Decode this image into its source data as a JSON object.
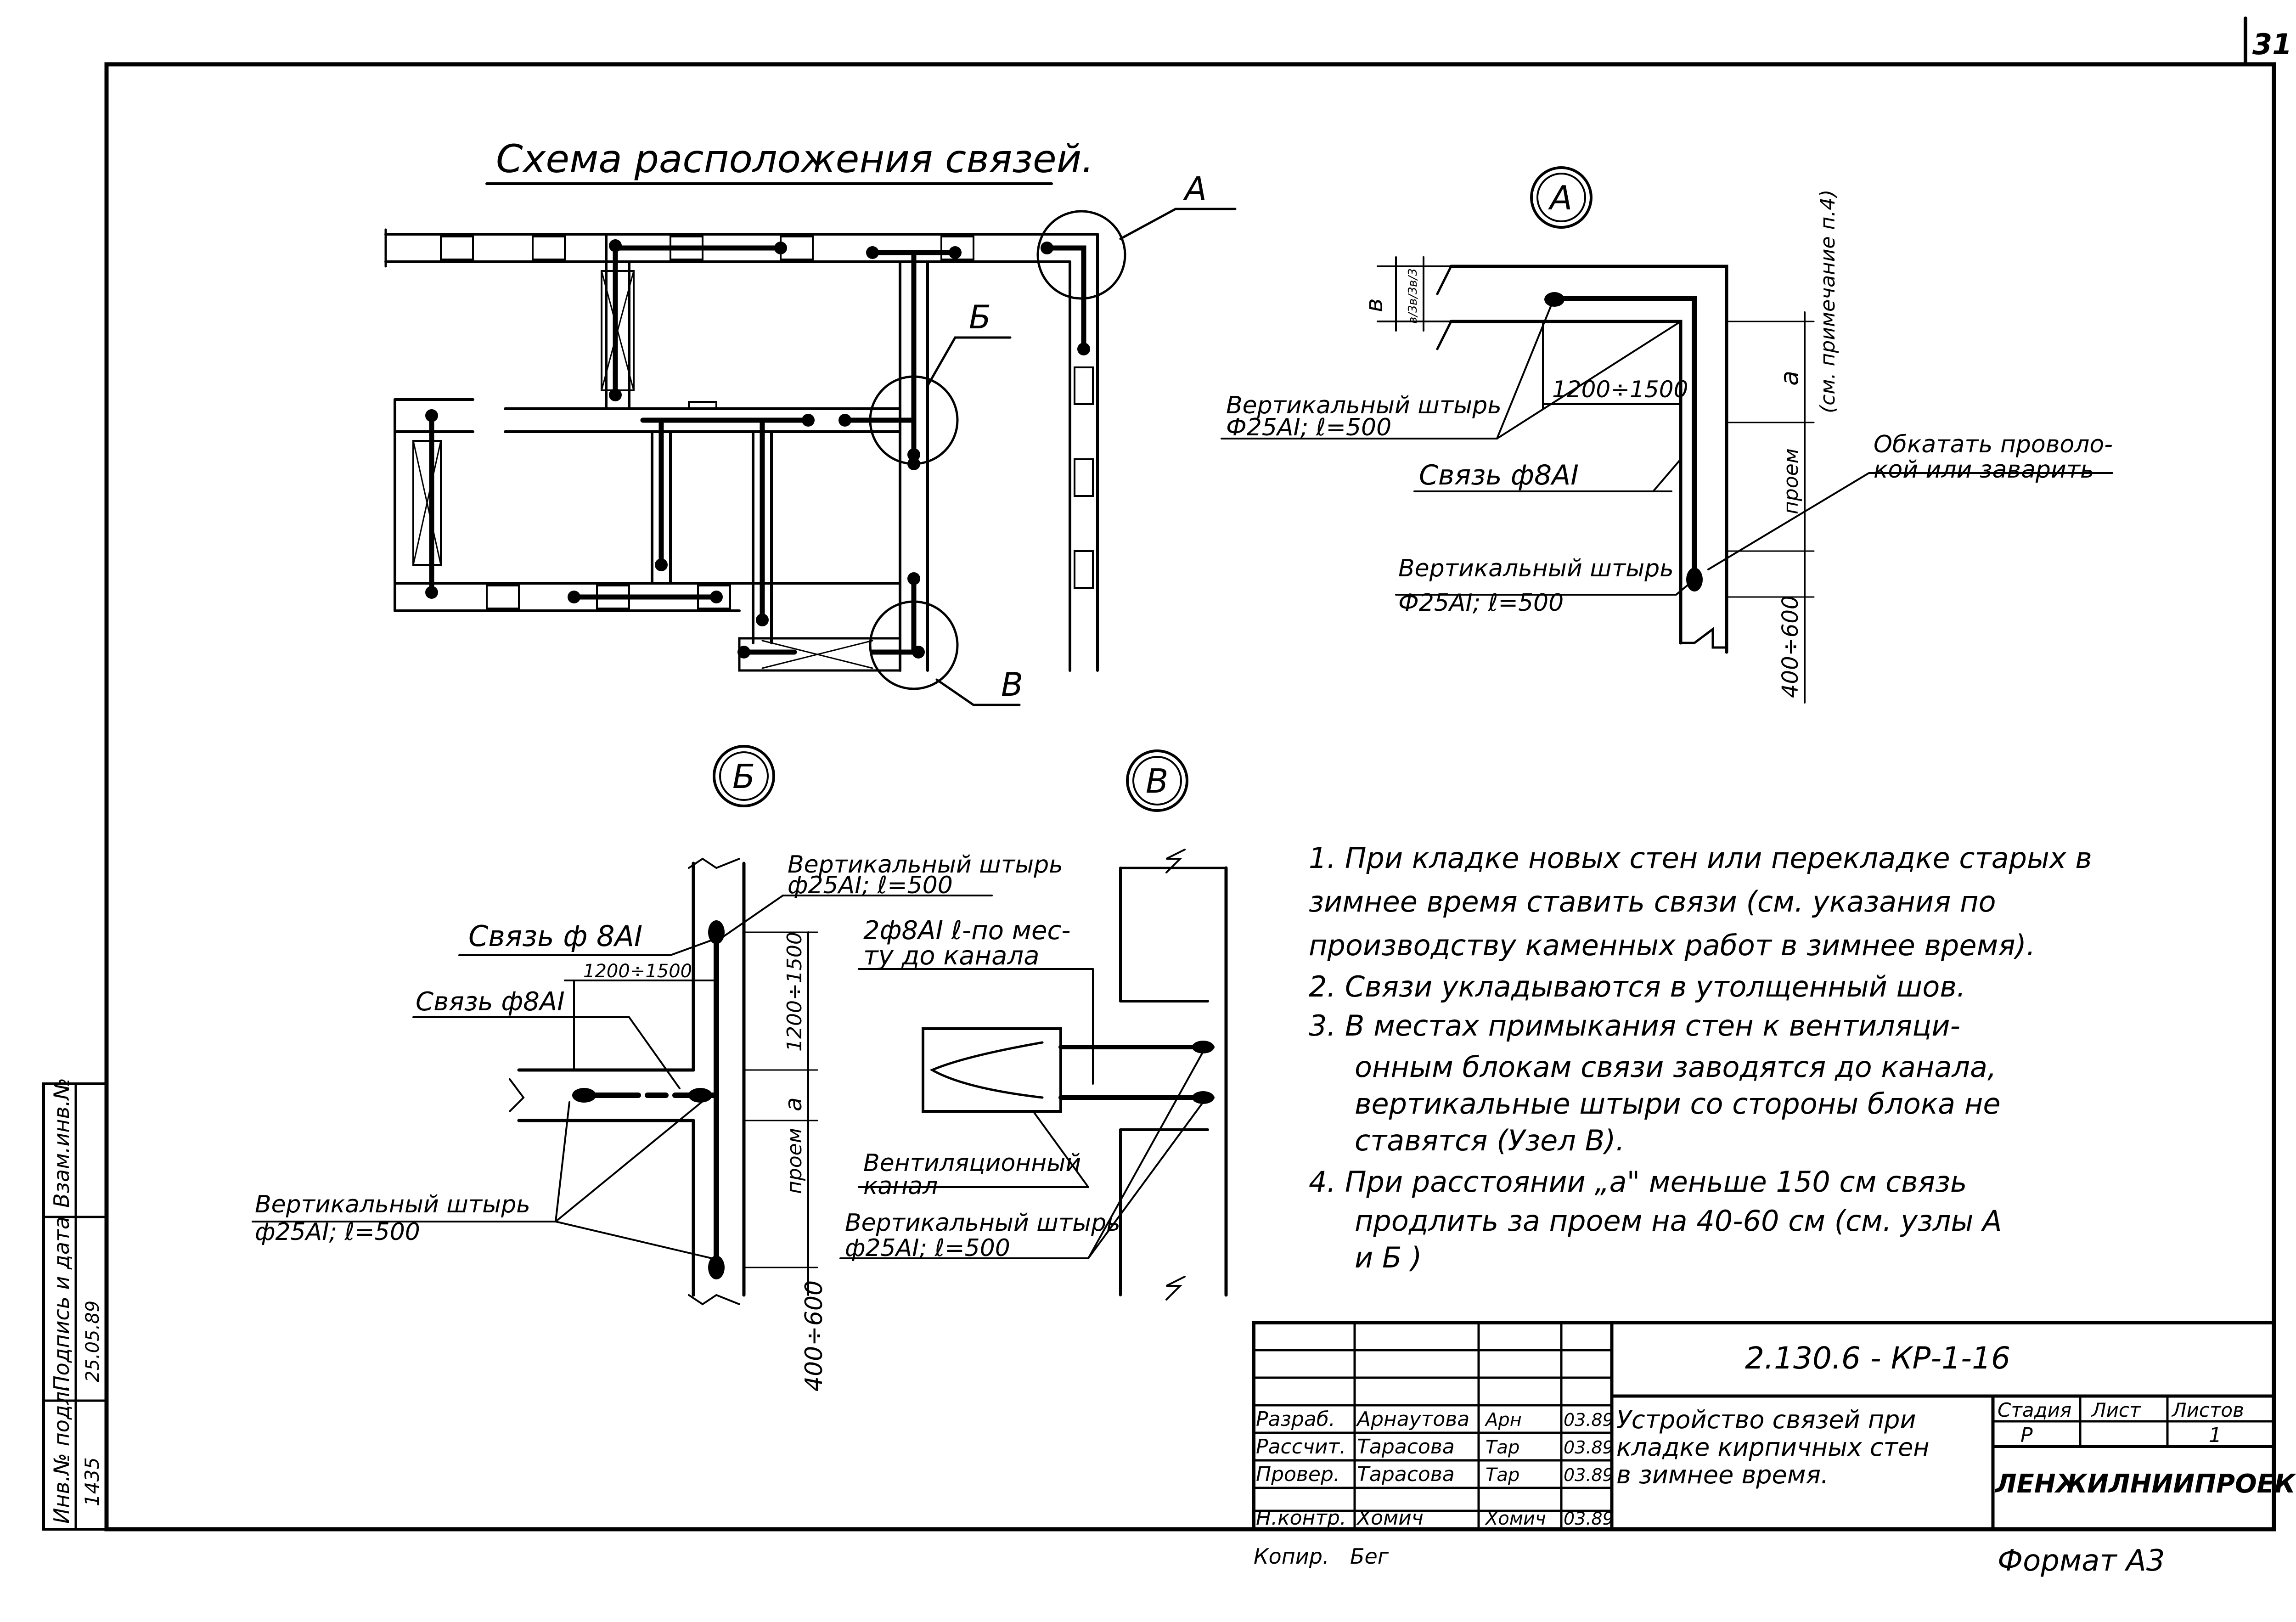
{
  "sheet_number": "31",
  "scheme": {
    "title": "Схема расположения связей.",
    "callouts": [
      "А",
      "Б",
      "В"
    ]
  },
  "node_a": {
    "label": "А",
    "b_label": "в",
    "b_fractions": [
      "в/3",
      "в/3",
      "в/3"
    ],
    "dim_range": "1200÷1500",
    "dim_a": "а",
    "dim_a_note": "(см. примечание п.4)",
    "dim_opening": "проем",
    "dim_lower": "400÷600",
    "pin_top_line1": "Вертикальный штырь",
    "pin_top_line2": "Ф25АI; ℓ=500",
    "tie_label": "Связь ф8АI",
    "pin_bottom_line1": "Вертикальный штырь",
    "pin_bottom_line2": "Ф25АI; ℓ=500",
    "wrap_line1": "Обкатать проволо-",
    "wrap_line2": "кой или заварить"
  },
  "node_b": {
    "label": "Б",
    "pin_top_line1": "Вертикальный штырь",
    "pin_top_line2": "ф25АI; ℓ=500",
    "tie_top": "Связь ф 8АI",
    "dim_range": "1200÷1500",
    "tie_left": "Связь ф8АI",
    "pin_bottom_line1": "Вертикальный штырь",
    "pin_bottom_line2": "ф25АI; ℓ=500",
    "dim_vertical": "1200÷1500",
    "dim_a": "а",
    "dim_opening": "проем",
    "dim_lower": "400÷600"
  },
  "node_v": {
    "label": "В",
    "ties_line1": "2ф8АI ℓ-по мес-",
    "ties_line2": "ту до канала",
    "channel_line1": "Вентиляционный",
    "channel_line2": "канал",
    "pin_line1": "Вертикальный штырь",
    "pin_line2": "ф25АI; ℓ=500"
  },
  "notes": [
    "1. При кладке новых стен или перекладке старых в",
    "зимнее время ставить связи (см. указания по",
    "производству каменных работ в зимнее время).",
    "2. Связи укладываются в утолщенный шов.",
    "3. В местах примыкания стен к вентиляци-",
    "онным блокам связи заводятся до канала,",
    "вертикальные штыри со стороны блока не",
    "ставятся (Узел В).",
    "4. При расстоянии „а\" меньше 150 см связь",
    "продлить за проем на 40-60 см (см. узлы А",
    "и Б )"
  ],
  "title_block": {
    "doc_code": "2.130.6 - КР-1-16",
    "rows": [
      {
        "role": "Разраб.",
        "name": "Арнаутова",
        "sign": "Арн",
        "date": "03.89"
      },
      {
        "role": "Рассчит.",
        "name": "Тарасова",
        "sign": "Тар",
        "date": "03.89"
      },
      {
        "role": "Провер.",
        "name": "Тарасова",
        "sign": "Тар",
        "date": "03.89"
      },
      {
        "role": "Н.контр.",
        "name": "Хомич",
        "sign": "Хомич",
        "date": "03.89"
      }
    ],
    "description_line1": "Устройство связей при",
    "description_line2": "кладке кирпичных стен",
    "description_line3": "в зимнее время.",
    "stage_header": "Стадия",
    "sheet_header": "Лист",
    "sheets_header": "Листов",
    "stage_value": "Р",
    "sheets_value": "1",
    "organization": "ЛЕНЖИЛНИИПРОЕКТ",
    "copy_label": "Копир.",
    "copy_sign": "Бег",
    "format_label": "Формат А3"
  },
  "side_stamp": {
    "inv_orig": "Инв.№ подл.",
    "sign_date": "Подпись и дата",
    "inv_repl": "Взам.инв.№",
    "inv_value": "1435",
    "date_value": "25.05.89"
  }
}
